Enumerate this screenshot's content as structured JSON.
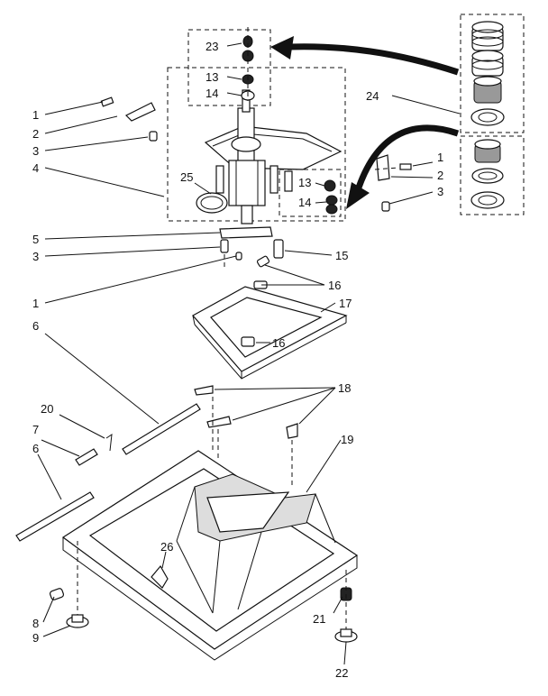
{
  "callouts": [
    {
      "id": "c1a",
      "text": "1"
    },
    {
      "id": "c2a",
      "text": "2"
    },
    {
      "id": "c3a",
      "text": "3"
    },
    {
      "id": "c4",
      "text": "4"
    },
    {
      "id": "c5",
      "text": "5"
    },
    {
      "id": "c3b",
      "text": "3"
    },
    {
      "id": "c1c",
      "text": "1"
    },
    {
      "id": "c6a",
      "text": "6"
    },
    {
      "id": "c20",
      "text": "20"
    },
    {
      "id": "c7",
      "text": "7"
    },
    {
      "id": "c6b",
      "text": "6"
    },
    {
      "id": "c8",
      "text": "8"
    },
    {
      "id": "c9",
      "text": "9"
    },
    {
      "id": "c23",
      "text": "23"
    },
    {
      "id": "c13a",
      "text": "13"
    },
    {
      "id": "c14a",
      "text": "14"
    },
    {
      "id": "c25",
      "text": "25"
    },
    {
      "id": "c13b",
      "text": "13"
    },
    {
      "id": "c14b",
      "text": "14"
    },
    {
      "id": "c24",
      "text": "24"
    },
    {
      "id": "c1b",
      "text": "1"
    },
    {
      "id": "c2b",
      "text": "2"
    },
    {
      "id": "c3c",
      "text": "3"
    },
    {
      "id": "c15",
      "text": "15"
    },
    {
      "id": "c16a",
      "text": "16"
    },
    {
      "id": "c17",
      "text": "17"
    },
    {
      "id": "c16b",
      "text": "16"
    },
    {
      "id": "c18",
      "text": "18"
    },
    {
      "id": "c19",
      "text": "19"
    },
    {
      "id": "c26",
      "text": "26"
    },
    {
      "id": "c21",
      "text": "21"
    },
    {
      "id": "c22",
      "text": "22"
    }
  ]
}
